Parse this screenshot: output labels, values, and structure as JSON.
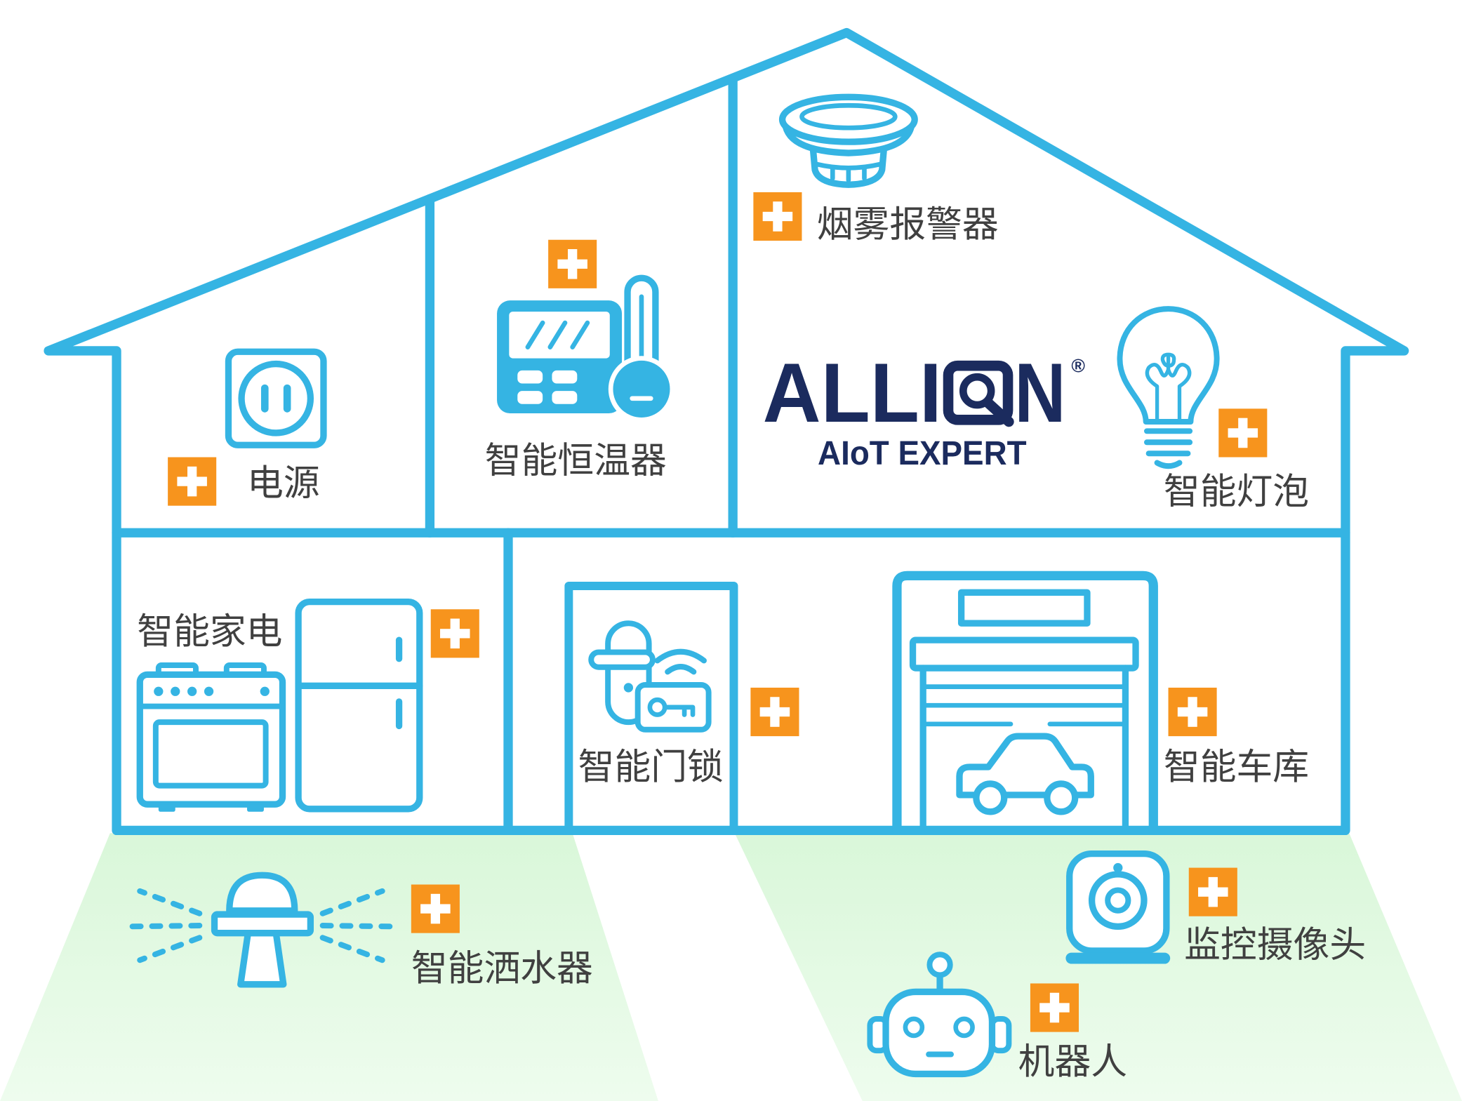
{
  "logo": {
    "wordmark": "ALLION",
    "registered": "®",
    "tagline": "AIoT EXPERT"
  },
  "badge_icon": "plus-icon",
  "devices": [
    {
      "label": "烟雾报警器",
      "icon": "smoke-detector-icon"
    },
    {
      "label": "智能恒温器",
      "icon": "thermostat-icon"
    },
    {
      "label": "电源",
      "icon": "power-outlet-icon"
    },
    {
      "label": "智能灯泡",
      "icon": "light-bulb-icon"
    },
    {
      "label": "智能家电",
      "icon": "home-appliances-icon"
    },
    {
      "label": "智能门锁",
      "icon": "smart-door-lock-icon"
    },
    {
      "label": "智能车库",
      "icon": "garage-icon"
    },
    {
      "label": "智能洒水器",
      "icon": "sprinkler-icon"
    },
    {
      "label": "监控摄像头",
      "icon": "security-camera-icon"
    },
    {
      "label": "机器人",
      "icon": "robot-icon"
    }
  ],
  "colors": {
    "outline": "#35b4e3",
    "accent": "#f7941d",
    "text": "#404040",
    "logo": "#1b2b5e",
    "ground": "#d9f7d9"
  }
}
